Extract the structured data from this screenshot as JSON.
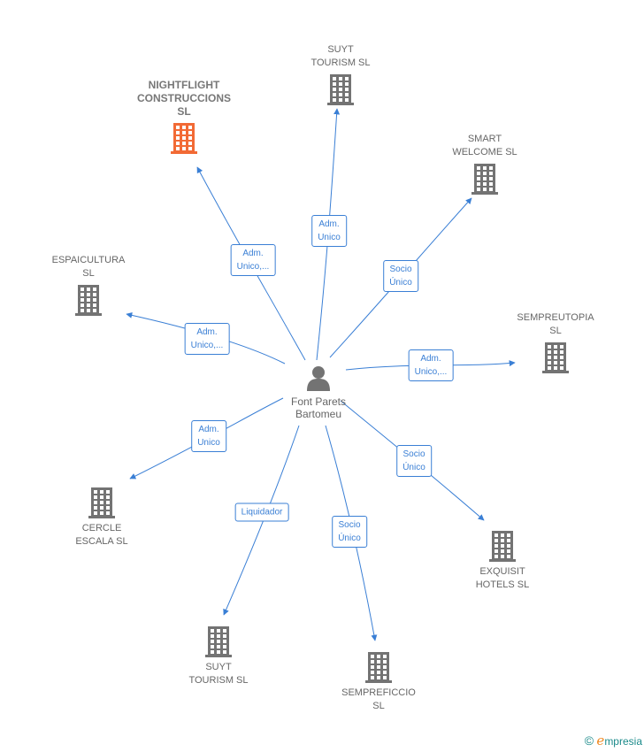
{
  "center": {
    "name": "Font Parets\nBartomeu"
  },
  "colors": {
    "edge": "#3a7fd5",
    "building": "#737373",
    "highlight": "#f26a35"
  },
  "companies": [
    {
      "id": "nightflight",
      "label": "NIGHTFLIGHT\nCONSTRUCCIONS\nSL",
      "highlight": true,
      "edge_label": "Adm.\nUnico,..."
    },
    {
      "id": "suyt-top",
      "label": "SUYT\nTOURISM SL",
      "highlight": false,
      "edge_label": "Adm.\nUnico"
    },
    {
      "id": "smart",
      "label": "SMART\nWELCOME  SL",
      "highlight": false,
      "edge_label": "Socio\nÚnico"
    },
    {
      "id": "espaicultura",
      "label": "ESPAICULTURA\nSL",
      "highlight": false,
      "edge_label": "Adm.\nUnico,..."
    },
    {
      "id": "sempreutopia",
      "label": "SEMPREUTOPIA\nSL",
      "highlight": false,
      "edge_label": "Adm.\nUnico,..."
    },
    {
      "id": "cercle",
      "label": "CERCLE\nESCALA  SL",
      "highlight": false,
      "edge_label": "Adm.\nUnico"
    },
    {
      "id": "exquisit",
      "label": "EXQUISIT\nHOTELS  SL",
      "highlight": false,
      "edge_label": "Socio\nÚnico"
    },
    {
      "id": "suyt-bottom",
      "label": "SUYT\nTOURISM SL",
      "highlight": false,
      "edge_label": "Liquidador"
    },
    {
      "id": "semprefficcio",
      "label": "SEMPREFICCIO\nSL",
      "highlight": false,
      "edge_label": "Socio\nÚnico"
    }
  ],
  "brand": {
    "copyright": "©",
    "initial": "e",
    "rest": "mpresia"
  }
}
